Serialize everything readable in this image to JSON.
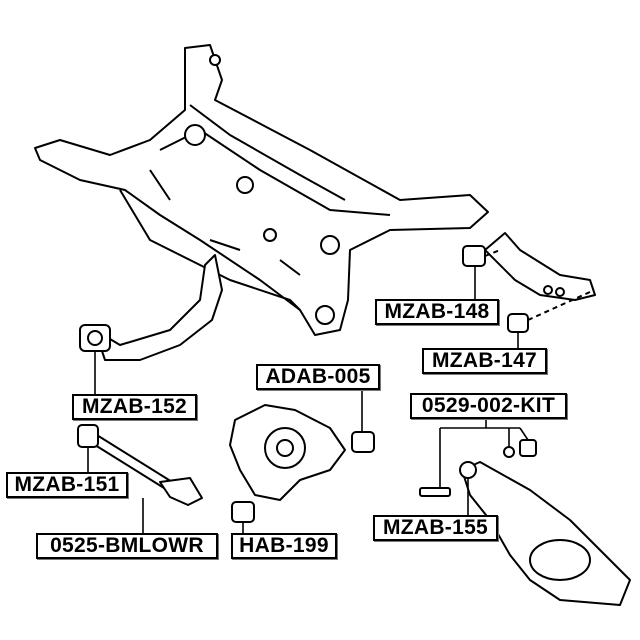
{
  "labels": {
    "mzab_148": "MZAB-148",
    "mzab_147": "MZAB-147",
    "adab_005": "ADAB-005",
    "kit_0529": "0529-002-KIT",
    "mzab_152": "MZAB-152",
    "mzab_151": "MZAB-151",
    "bmlowr_0525": "0525-BMLOWR",
    "hab_199": "HAB-199",
    "mzab_155": "MZAB-155"
  },
  "colors": {
    "ink": "#000000",
    "part_fill": "#ffffff",
    "part_shade": "#d8d8d8"
  }
}
